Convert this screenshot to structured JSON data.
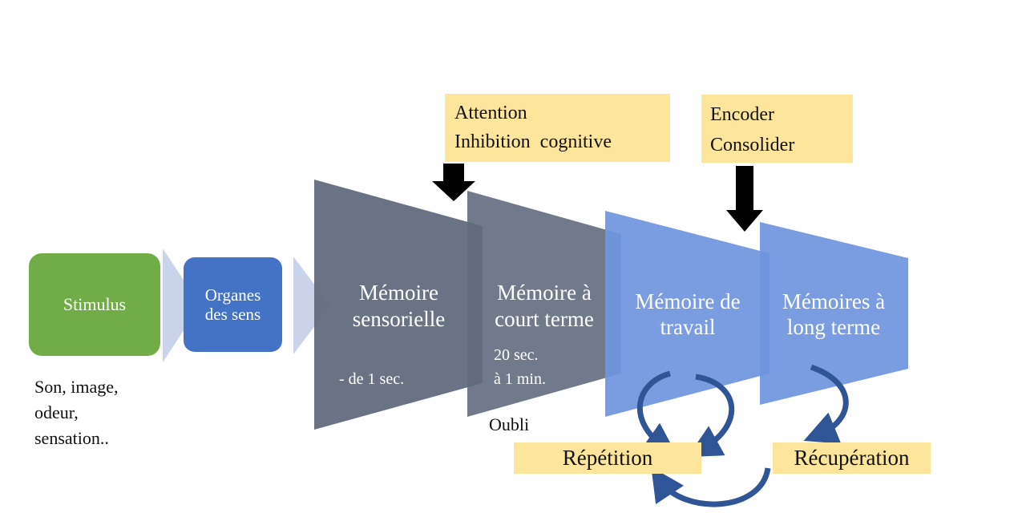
{
  "nodes": {
    "stimulus": "Stimulus",
    "organes": "Organes des sens",
    "sensorielle": "Mémoire sensorielle",
    "court_terme": "Mémoire à court terme",
    "travail": "Mémoire de travail",
    "long_terme": "Mémoires à long terme"
  },
  "durations": {
    "sensorielle": "- de 1 sec.",
    "court_terme_line1": "20 sec.",
    "court_terme_line2": "à 1 min."
  },
  "stimulus_examples": {
    "line1": "Son, image,",
    "line2": "odeur,",
    "line3": "sensation.."
  },
  "boxes": {
    "attention_line1": "Attention",
    "attention_line2": "Inhibition  cognitive",
    "encoder_line1": "Encoder",
    "encoder_line2": "Consolider",
    "repetition": "Répétition",
    "recuperation": "Récupération"
  },
  "forgetting": "Oubli",
  "colors": {
    "stimulus": "#70ad47",
    "organes": "#4472c4",
    "chevron": "#c9d3ea",
    "gray_trapezoid": "#626b7d",
    "blue_trapezoid": "#6f95e0",
    "label_box": "#fde59b",
    "curved_arrow": "#2f5597"
  }
}
